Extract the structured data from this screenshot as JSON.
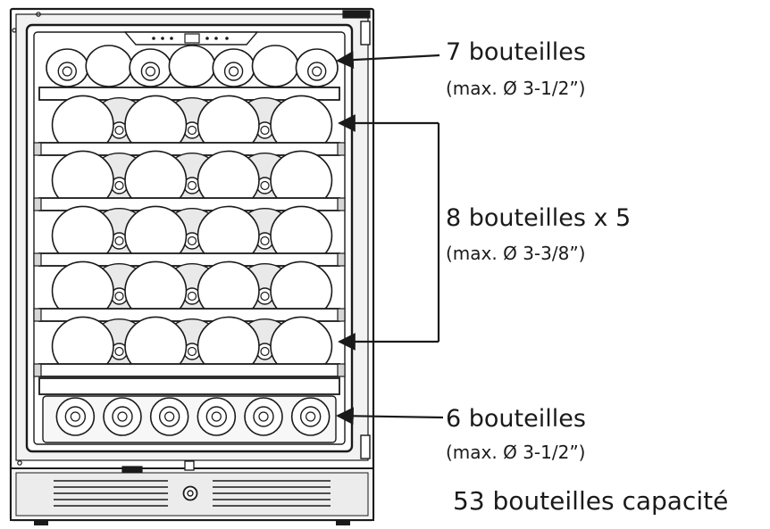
{
  "labels": {
    "top_count": "7 bouteilles",
    "top_size": "(max. Ø 3-1/2”)",
    "middle_count": "8 bouteilles x 5",
    "middle_size": "(max. Ø 3-3/8”)",
    "bottom_count": "6 bouteilles",
    "bottom_size": "(max. Ø 3-1/2”)",
    "total_capacity": "53 bouteilles capacité"
  },
  "racks": {
    "top_bottles": 7,
    "middle_shelves": 5,
    "middle_bottles_per_shelf": 8,
    "bottom_bottles": 6
  },
  "colors": {
    "line": "#1a1a1a",
    "fill": "#ffffff",
    "panel": "#e9e9e9",
    "shade": "#d6d6d6"
  }
}
